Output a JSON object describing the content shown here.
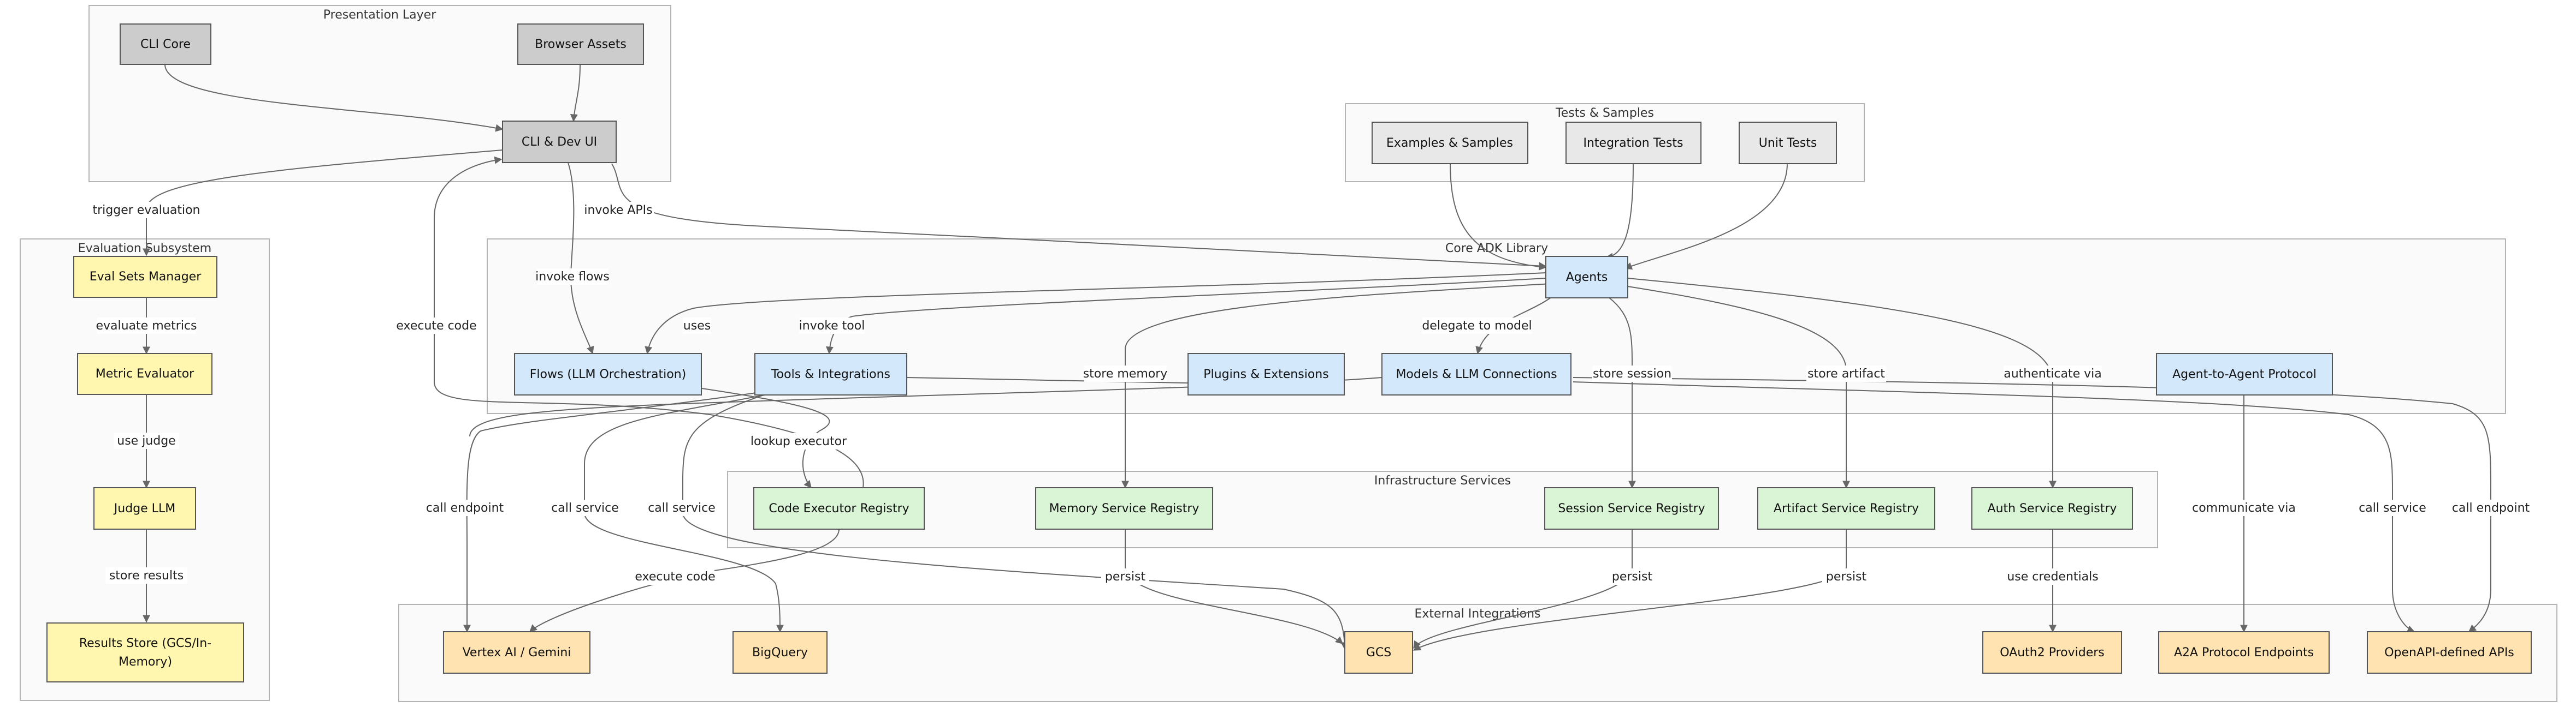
{
  "colors": {
    "presentation": "#cccccc",
    "tests": "#e8e8e8",
    "core": "#d3e8fb",
    "infra": "#d9f5d6",
    "external": "#ffe3b0",
    "evaluation": "#fff7b0",
    "edge": "#666666"
  },
  "clusters": {
    "presentation": "Presentation Layer",
    "tests": "Tests & Samples",
    "evaluation": "Evaluation Subsystem",
    "core": "Core ADK Library",
    "infra": "Infrastructure Services",
    "external": "External Integrations"
  },
  "nodes": {
    "cli_core": "CLI Core",
    "browser_assets": "Browser Assets",
    "cli_dev_ui": "CLI & Dev UI",
    "examples": "Examples & Samples",
    "integration_tests": "Integration Tests",
    "unit_tests": "Unit Tests",
    "eval_sets": "Eval Sets Manager",
    "metric_eval": "Metric Evaluator",
    "judge_llm": "Judge LLM",
    "results_store_1": "Results Store (GCS/In-",
    "results_store_2": "Memory)",
    "agents": "Agents",
    "flows": "Flows (LLM Orchestration)",
    "tools": "Tools & Integrations",
    "plugins": "Plugins & Extensions",
    "models": "Models & LLM Connections",
    "a2a": "Agent-to-Agent Protocol",
    "code_exec": "Code Executor Registry",
    "memory_reg": "Memory Service Registry",
    "session_reg": "Session Service Registry",
    "artifact_reg": "Artifact Service Registry",
    "auth_reg": "Auth Service Registry",
    "vertex": "Vertex AI / Gemini",
    "bigquery": "BigQuery",
    "gcs": "GCS",
    "oauth": "OAuth2 Providers",
    "a2a_endpoints": "A2A Protocol Endpoints",
    "openapi": "OpenAPI-defined APIs"
  },
  "edge_labels": {
    "trigger_evaluation": "trigger evaluation",
    "invoke_apis": "invoke APIs",
    "evaluate_metrics": "evaluate metrics",
    "use_judge": "use judge",
    "store_results": "store results",
    "execute_code_1": "execute code",
    "invoke_flows": "invoke flows",
    "uses": "uses",
    "invoke_tool": "invoke tool",
    "delegate_to_model": "delegate to model",
    "store_memory": "store memory",
    "store_session": "store session",
    "store_artifact": "store artifact",
    "authenticate_via": "authenticate via",
    "lookup_executor": "lookup executor",
    "call_endpoint_1": "call endpoint",
    "call_service_1": "call service",
    "call_service_2": "call service",
    "communicate_via": "communicate via",
    "call_service_3": "call service",
    "call_endpoint_2": "call endpoint",
    "persist_1": "persist",
    "persist_2": "persist",
    "persist_3": "persist",
    "use_credentials": "use credentials",
    "execute_code_2": "execute code"
  }
}
